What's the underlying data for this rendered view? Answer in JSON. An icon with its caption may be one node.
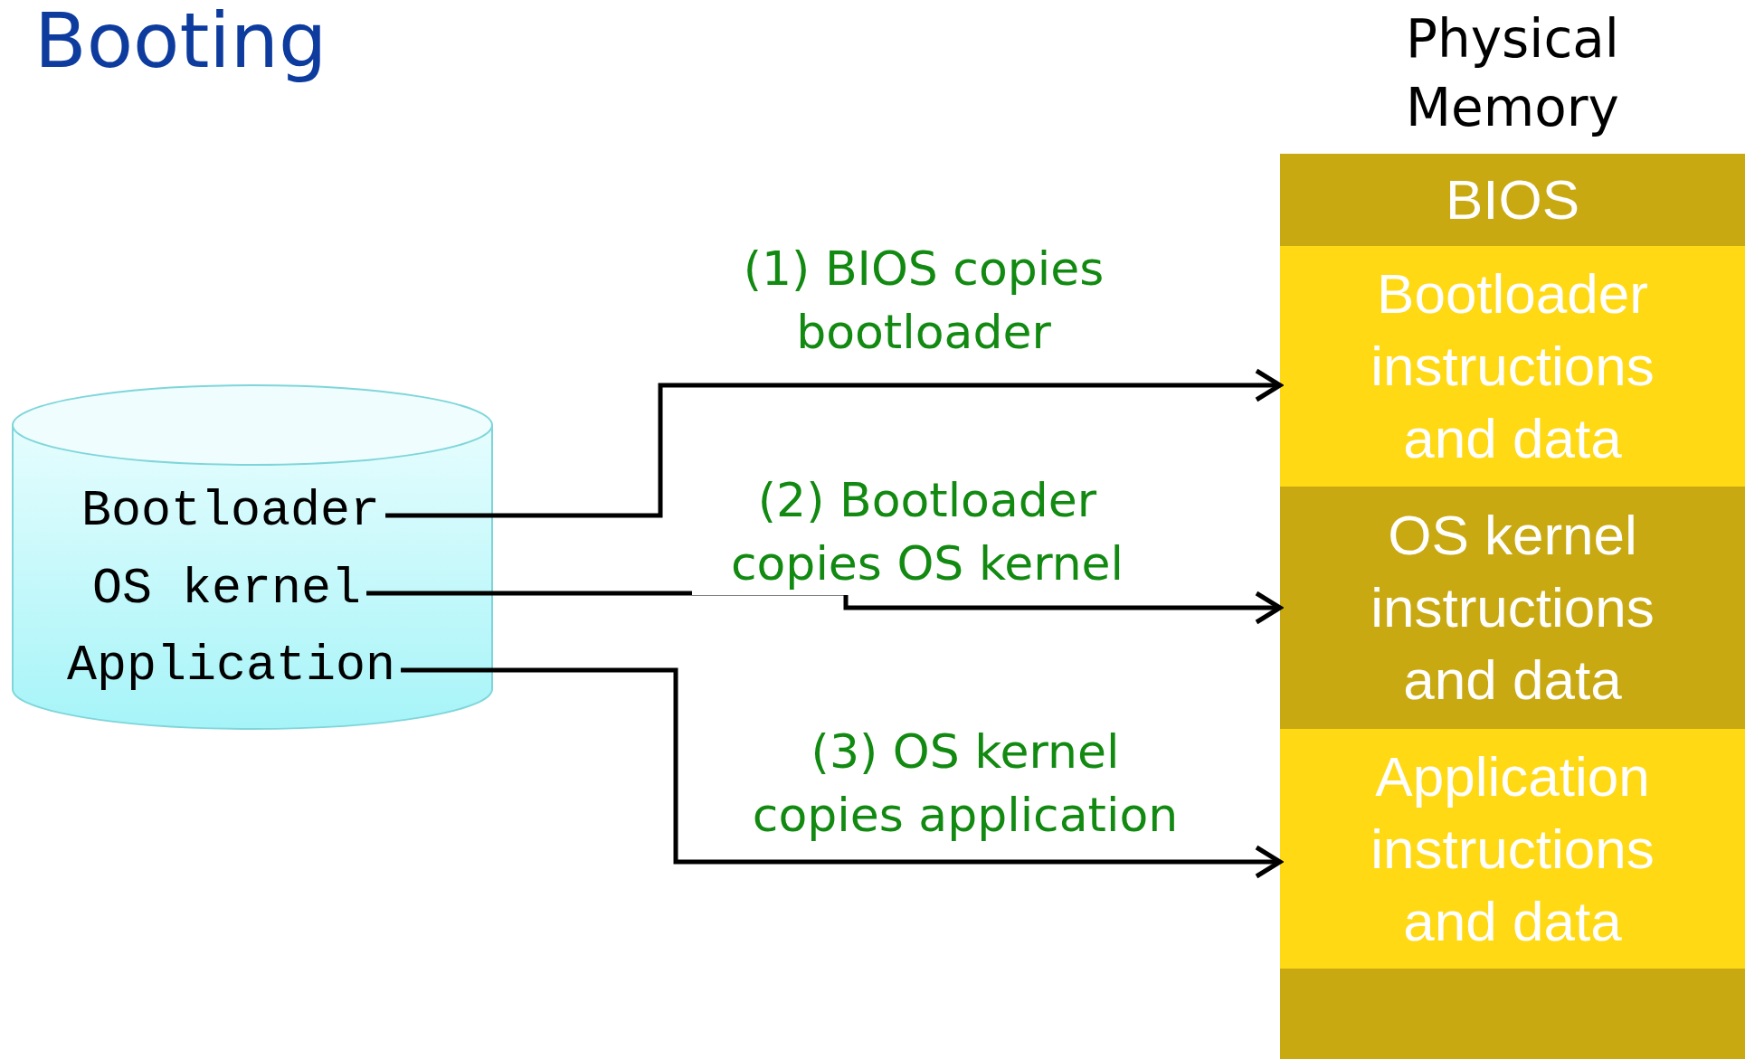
{
  "diagram": {
    "title": "Booting",
    "nodes": [
      {
        "text": [],
        "shape": "cylinder"
      },
      {
        "text": [
          "Bootloader"
        ],
        "in": 0
      },
      {
        "text": [
          "OS kernel"
        ],
        "in": 0
      },
      {
        "text": [
          "Application"
        ],
        "in": 0
      },
      {
        "text": [
          "Physical Memory"
        ]
      },
      {
        "text": [
          "BIOS"
        ],
        "in": 4
      },
      {
        "text": [
          "Bootloader instructions and data"
        ],
        "in": 4
      },
      {
        "text": [
          "OS kernel instructions and data"
        ],
        "in": 4
      },
      {
        "text": [
          "Application instructions and data"
        ],
        "in": 4
      },
      {
        "text": [],
        "shape": "box",
        "in": 4
      }
    ],
    "edges": [
      {
        "from": 1,
        "to": 6,
        "arrow": "to",
        "label": "(1) BIOS copies bootloader"
      },
      {
        "from": 2,
        "to": 7,
        "arrow": "to",
        "label": "(2) Bootloader copies OS kernel"
      },
      {
        "from": 3,
        "to": 8,
        "arrow": "to",
        "label": "(3) OS kernel copies application"
      }
    ]
  }
}
